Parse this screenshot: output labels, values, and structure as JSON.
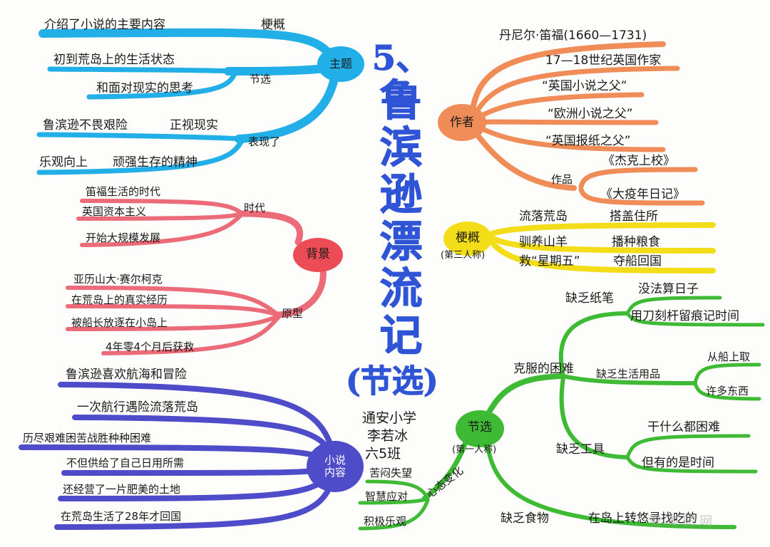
{
  "title": {
    "number": "5、",
    "chars": [
      "鲁",
      "滨",
      "逊",
      "漂",
      "流",
      "记"
    ],
    "subtitle": "(节选)"
  },
  "author_credit": {
    "school": "通安小学",
    "name": "李若冰",
    "class": "六5班"
  },
  "colors": {
    "theme": "#22aee6",
    "author": "#f08c57",
    "synopsis": "#f3dd18",
    "background": "#ec6b78",
    "content": "#4e4cc8",
    "excerpt": "#3fba34",
    "title": "#2f55d6"
  },
  "theme": {
    "node": "主题",
    "summary": {
      "label": "梗概",
      "text": "介绍了小说的主要内容"
    },
    "excerpt": {
      "label": "节选",
      "items": [
        "初到荒岛上的生活状态",
        "和面对现实的思考"
      ]
    },
    "expression": {
      "label": "表现了",
      "items": [
        "鲁滨逊不畏艰险",
        "正视现实",
        "乐观向上",
        "顽强生存的精神"
      ]
    }
  },
  "author": {
    "node": "作者",
    "items": [
      "丹尼尔·笛福(1660—1731)",
      "17—18世纪英国作家",
      "“英国小说之父”",
      "“欧洲小说之父”",
      "“英国报纸之父”"
    ],
    "works": {
      "label": "作品",
      "items": [
        "《杰克上校》",
        "《大疫年日记》"
      ]
    }
  },
  "synopsis": {
    "node": "梗概",
    "note": "(第三人称)",
    "items": [
      "流落荒岛",
      "搭盖住所",
      "驯养山羊",
      "播种粮食",
      "救“星期五”",
      "夺船回国"
    ]
  },
  "background": {
    "node": "背景",
    "era": {
      "label": "时代",
      "items": [
        "笛福生活的时代",
        "英国资本主义",
        "开始大规模发展"
      ]
    },
    "prototype": {
      "label": "原型",
      "items": [
        "亚历山大·赛尔柯克",
        "在荒岛上的真实经历",
        "被船长放逐在小岛上",
        "4年零4个月后获救"
      ]
    }
  },
  "content": {
    "node": "小说内容",
    "items": [
      "鲁滨逊喜欢航海和冒险",
      "一次航行遇险流落荒岛",
      "历尽艰难困苦战胜种种困难",
      "不但供给了自己日用所需",
      "还经营了一片肥美的土地",
      "在荒岛生活了28年才回国"
    ]
  },
  "excerpt": {
    "node": "节选",
    "note": "(第一人称)",
    "overcome": "克服的困难",
    "paper": {
      "label": "缺乏纸笔",
      "items": [
        "没法算日子",
        "用刀刻杆留痕记时间"
      ]
    },
    "supplies": {
      "label": "缺乏生活用品",
      "items": [
        "从船上取",
        "许多东西"
      ]
    },
    "tools": {
      "label": "缺乏工具",
      "items": [
        "干什么都困难",
        "但有的是时间"
      ]
    },
    "food": {
      "label": "缺乏食物",
      "text": "在岛上转悠寻找吃的"
    },
    "mood": {
      "label": "心态变化",
      "items": [
        "苦闷失望",
        "智慧应对",
        "积极乐观"
      ]
    }
  },
  "watermark": "瓷 美 图 网"
}
